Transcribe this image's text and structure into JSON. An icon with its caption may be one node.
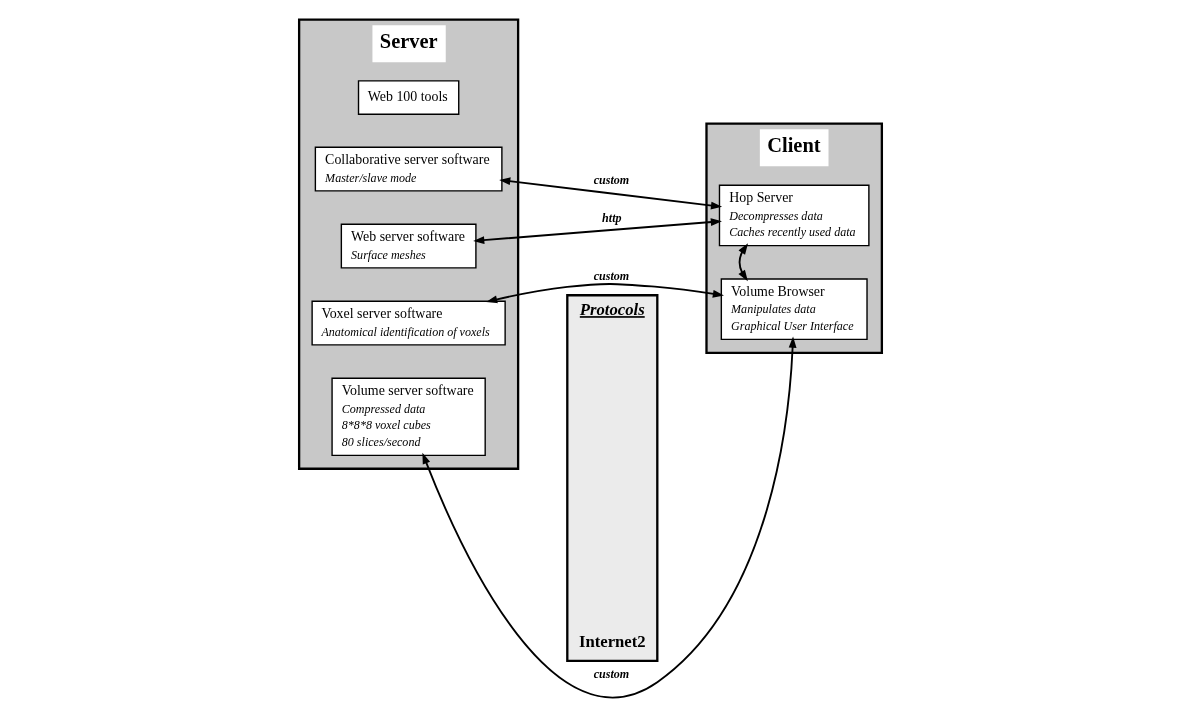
{
  "diagram": {
    "nodes": [
      {
        "text": [
          "Server"
        ]
      },
      {
        "text": [
          "Volume server software",
          "Compressed data",
          "8*8*8 voxel cubes",
          "80 slices/second"
        ],
        "in": 0
      },
      {
        "text": [
          "Voxel server software",
          "Anatomical identification of voxels"
        ],
        "in": 0
      },
      {
        "text": [
          "Web server software",
          "Surface meshes"
        ],
        "in": 0
      },
      {
        "text": [
          "Collaborative server software",
          "Master/slave mode"
        ],
        "in": 0
      },
      {
        "text": [
          "Web 100 tools"
        ],
        "in": 0
      },
      {
        "text": [
          "Protocols",
          "Internet2"
        ]
      },
      {
        "text": [
          "Client"
        ]
      },
      {
        "text": [
          "Volume Browser",
          "Manipulates data",
          "Graphical User Interface"
        ],
        "in": 7
      },
      {
        "text": [
          "Hop Server",
          "Decompresses data",
          "Caches recently used data"
        ],
        "in": 7
      }
    ],
    "edges": [
      {
        "from": 1,
        "to": 8,
        "arrow": "both",
        "label": "custom"
      },
      {
        "from": 2,
        "to": 8,
        "arrow": "both",
        "label": "custom"
      },
      {
        "from": 3,
        "to": 9,
        "arrow": "both",
        "label": "http"
      },
      {
        "from": 4,
        "to": 9,
        "arrow": "both",
        "label": "custom"
      },
      {
        "from": 8,
        "to": 9,
        "arrow": "both"
      }
    ]
  }
}
